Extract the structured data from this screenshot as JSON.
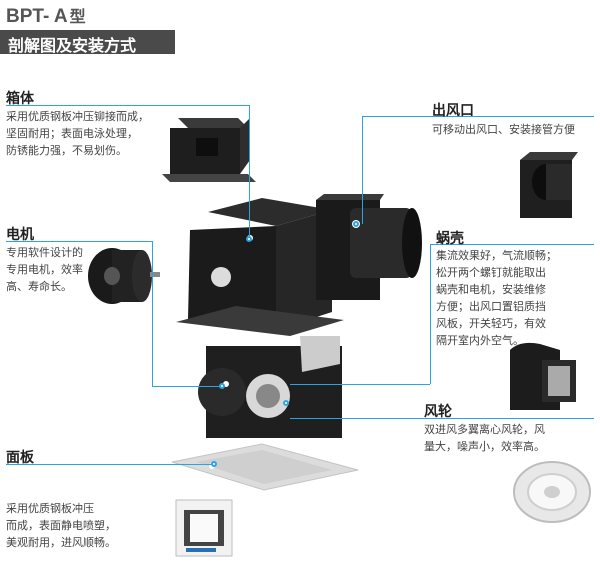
{
  "header": {
    "model": "BPT- A",
    "model_suffix": "型",
    "subtitle": "剖解图及安装方式"
  },
  "sections": {
    "box": {
      "title": "箱体",
      "desc": "采用优质钢板冲压铆接而成，\n坚固耐用；表面电泳处理，\n防锈能力强，不易划伤。"
    },
    "motor": {
      "title": "电机",
      "desc": "专用软件设计的\n专用电机，效率\n高、寿命长。"
    },
    "panel": {
      "title": "面板",
      "desc": "采用优质钢板冲压\n而成，表面静电喷塑，\n美观耐用，进风顺畅。"
    },
    "outlet": {
      "title": "出风口",
      "desc": "可移动出风口、安装接管方便"
    },
    "volute": {
      "title": "蜗壳",
      "desc": "集流效果好，气流顺畅；\n松开两个螺钉就能取出\n蜗壳和电机，安装维修\n方便；出风口置铝质挡\n风板，开关轻巧，有效\n隔开室内外空气。"
    },
    "impeller": {
      "title": "风轮",
      "desc": "双进风多翼离心风轮，风\n量大，噪声小，效率高。"
    }
  },
  "colors": {
    "callout": "#2aa4e2",
    "subtitle_bg": "#4a4a4a"
  }
}
